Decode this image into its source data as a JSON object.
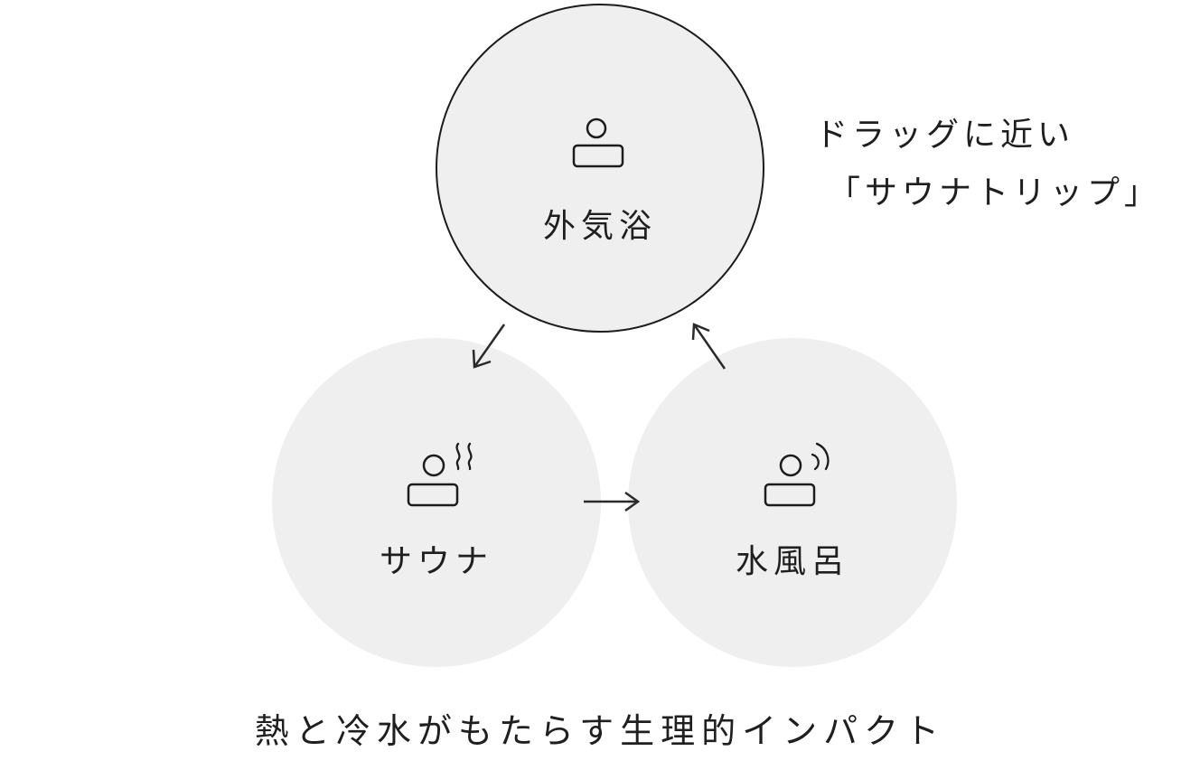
{
  "nodes": {
    "outdoor_bath": {
      "label": "外気浴"
    },
    "sauna": {
      "label": "サウナ"
    },
    "cold_bath": {
      "label": "水風呂"
    }
  },
  "callout": {
    "line1": "ドラッグに近い",
    "line2": "「サウナトリップ」"
  },
  "caption": "熱と冷水がもたらす生理的インパクト",
  "colors": {
    "circle_fill": "#efefef",
    "stroke": "#1c1c1c",
    "text": "#1f1f1f"
  },
  "icons": {
    "outdoor_bath": "person-resting-icon",
    "sauna": "person-steam-icon",
    "cold_bath": "person-cold-wave-icon"
  }
}
